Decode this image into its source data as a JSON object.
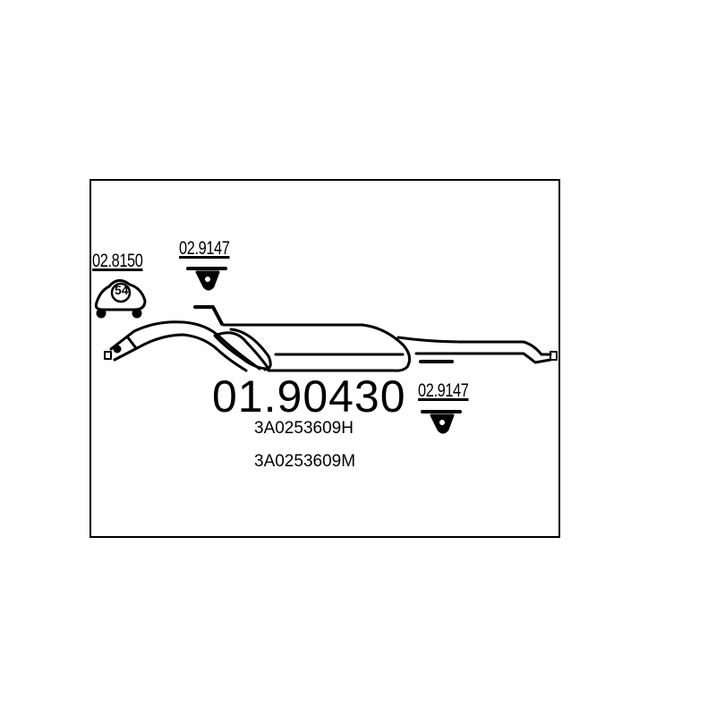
{
  "part_number": "01.90430",
  "oe_numbers": [
    "3A0253609H",
    "3A0253609M"
  ],
  "accessories": {
    "clamp": {
      "ref": "02.8150",
      "size": "54"
    },
    "clip_top": {
      "ref": "02.9147"
    },
    "clip_right": {
      "ref": "02.9147"
    }
  }
}
